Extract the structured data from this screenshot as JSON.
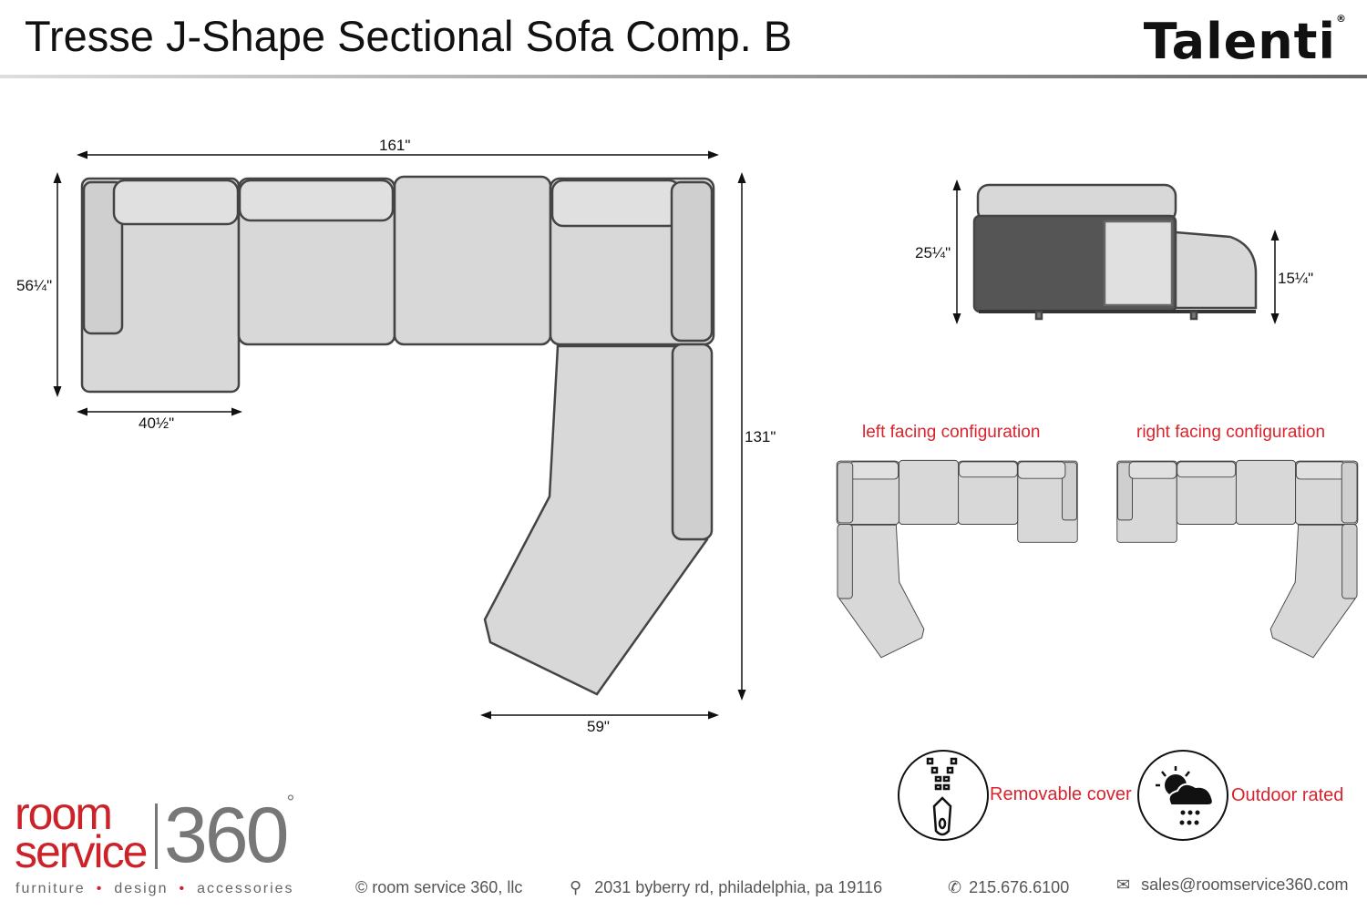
{
  "header": {
    "title": "Tresse J-Shape Sectional Sofa Comp. B",
    "brand": "Talenti",
    "brand_mark": "®"
  },
  "dimensions": {
    "width": "161\"",
    "depth_left": "56¼\"",
    "chaise_width": "40½\"",
    "total_depth": "131\"",
    "bottom_width": "59\"",
    "back_height": "25¼\"",
    "seat_height": "15¼\""
  },
  "configurations": {
    "left": "left facing configuration",
    "right": "right facing configuration"
  },
  "features": [
    {
      "icon": "zipper-icon",
      "label": "Removable cover"
    },
    {
      "icon": "weather-icon",
      "label": "Outdoor rated"
    }
  ],
  "footer": {
    "logo_line1": "room",
    "logo_line2": "service",
    "logo_number": "360",
    "logo_degree": "°",
    "tagline": [
      "furniture",
      "design",
      "accessories"
    ],
    "copyright": "© room service 360, llc",
    "address": "2031 byberry rd, philadelphia, pa 19116",
    "phone": "215.676.6100",
    "email": "sales@roomservice360.com"
  },
  "colors": {
    "accent": "#d9232d",
    "logo_gray": "#777777"
  }
}
